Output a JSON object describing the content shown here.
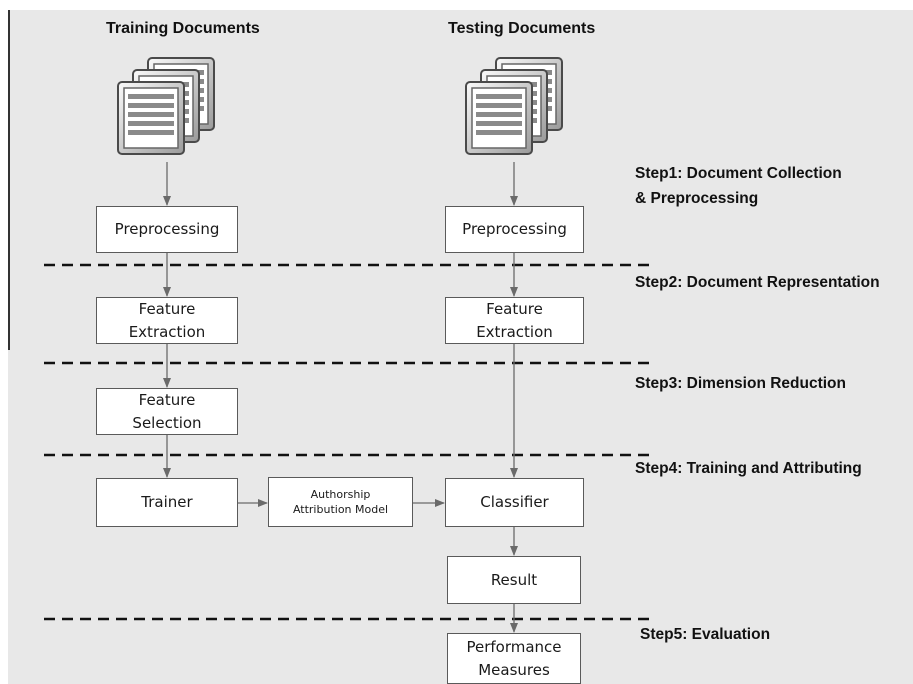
{
  "headers": {
    "training": "Training Documents",
    "testing": "Testing Documents"
  },
  "steps": [
    {
      "label": "Step1: Document Collection\n& Preprocessing"
    },
    {
      "label": "Step2: Document Representation"
    },
    {
      "label": "Step3: Dimension Reduction"
    },
    {
      "label": "Step4: Training and Attributing"
    },
    {
      "label": "Step5: Evaluation"
    }
  ],
  "boxes": {
    "train_preprocessing": "Preprocessing",
    "test_preprocessing": "Preprocessing",
    "train_feature_extraction": "Feature\nExtraction",
    "test_feature_extraction": "Feature\nExtraction",
    "feature_selection": "Feature\nSelection",
    "trainer": "Trainer",
    "model": "Authorship\nAttribution Model",
    "classifier": "Classifier",
    "result": "Result",
    "performance": "Performance\nMeasures"
  },
  "icons": {
    "training_docs": "document-stack-icon",
    "testing_docs": "document-stack-icon"
  }
}
